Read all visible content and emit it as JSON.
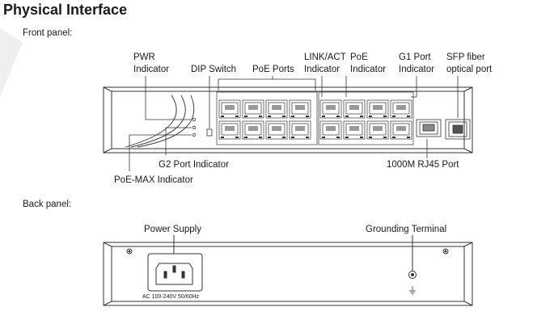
{
  "title": "Physical Interface",
  "front": {
    "section_label": "Front panel:",
    "labels": {
      "pwr_line1": "PWR",
      "pwr_line2": "Indicator",
      "dip": "DIP Switch",
      "poe_ports": "PoE Ports",
      "link_line1": "LINK/ACT",
      "link_line2": "Indicator",
      "poe_ind_line1": "PoE",
      "poe_ind_line2": "Indicator",
      "g1_line1": "G1 Port",
      "g1_line2": "Indicator",
      "sfp_line1": "SFP fiber",
      "sfp_line2": "optical port",
      "g2": "G2 Port Indicator",
      "rj45": "1000M RJ45 Port",
      "poemax": "PoE-MAX Indicator"
    }
  },
  "back": {
    "section_label": "Back panel:",
    "labels": {
      "power_supply": "Power Supply",
      "grounding": "Grounding Terminal",
      "ac_rating": "AC 100-240V 50/60Hz"
    }
  },
  "colors": {
    "line": "#333333",
    "text": "#1a1a1a",
    "watermark": "#efefef"
  }
}
